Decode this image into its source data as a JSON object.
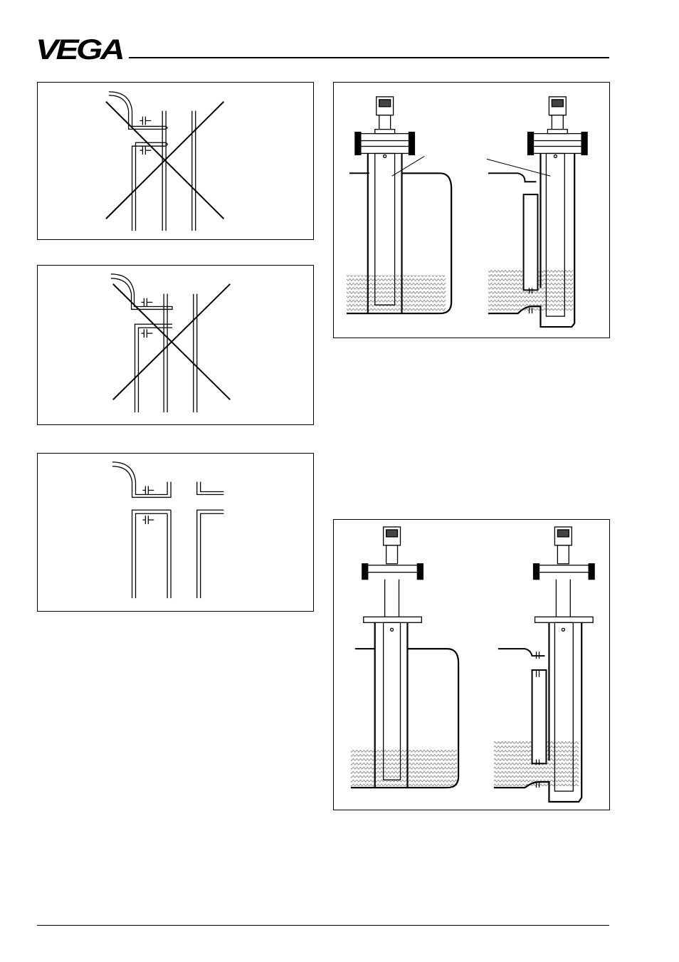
{
  "header": {
    "logo_text": "VEGA",
    "colors": {
      "ink": "#000000",
      "paper": "#ffffff",
      "liquid": "#9a9a9a"
    }
  },
  "figures": [
    {
      "id": "fig1",
      "content": "installation-diagram",
      "marked_incorrect": true
    },
    {
      "id": "fig2",
      "content": "installation-diagram",
      "marked_incorrect": true
    },
    {
      "id": "fig3",
      "content": "installation-diagram",
      "marked_incorrect": false
    },
    {
      "id": "fig4",
      "content": "sensor-in-bypass-diagram"
    },
    {
      "id": "fig5",
      "content": "sensor-in-standpipe-diagram"
    }
  ]
}
